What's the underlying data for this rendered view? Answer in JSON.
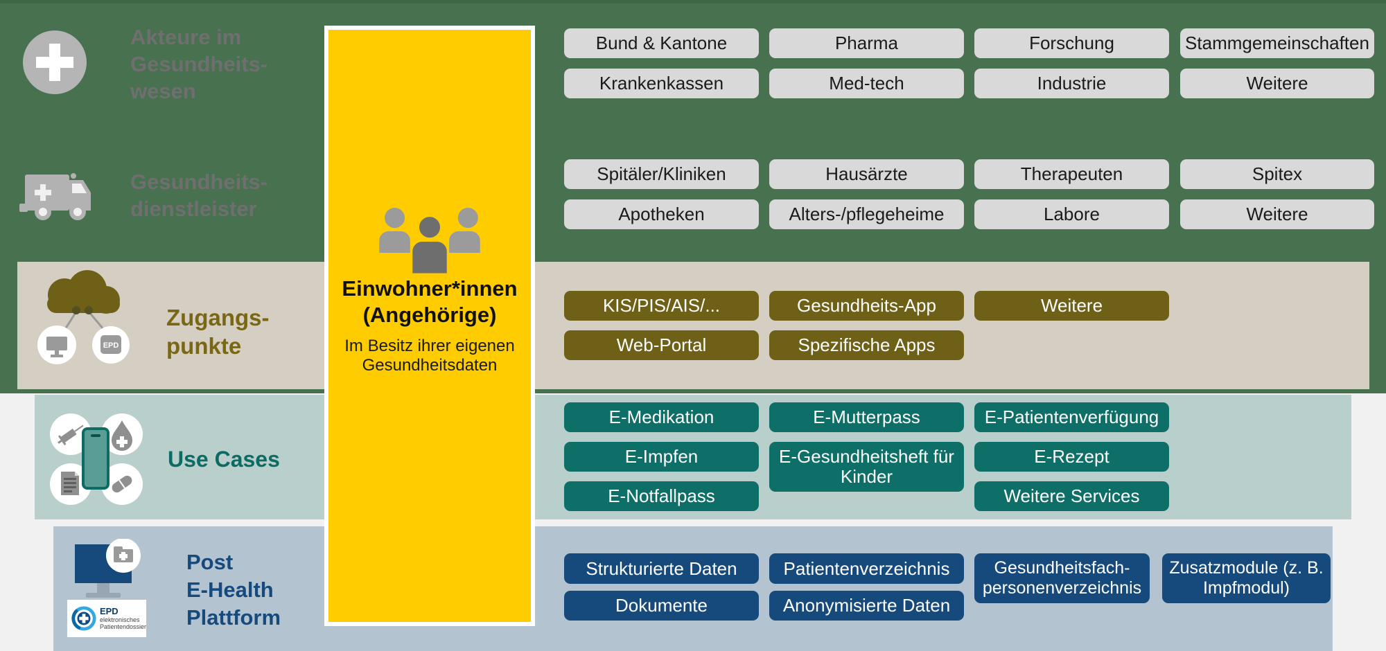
{
  "palette": {
    "background": "#F1F1F1",
    "pill_gray": "#D9D9D9",
    "green_band": "#487150",
    "beige_panel": "#D5CEC2",
    "olive_pill": "#6F6018",
    "olive_title": "#7A6715",
    "teal_panel": "#B9CFCC",
    "teal_pill": "#0E6F68",
    "teal_title": "#0C6B63",
    "blue_panel": "#B4C3D0",
    "navy_pill": "#174A7C",
    "navy_title": "#174A7C",
    "yellow": "#FFCC00",
    "gray_icon": "#B5B5B5",
    "label_gray": "#6F6F6F"
  },
  "rows": {
    "actors": {
      "title_lines": [
        "Akteure im",
        "Gesundheits-",
        "wesen"
      ],
      "pills": [
        "Bund & Kantone",
        "Pharma",
        "Forschung",
        "Stammgemeinschaften",
        "Krankenkassen",
        "Med-tech",
        "Industrie",
        "Weitere"
      ]
    },
    "providers": {
      "title_lines": [
        "Gesundheits-",
        "dienstleister"
      ],
      "pills": [
        "Spitäler/Kliniken",
        "Hausärzte",
        "Therapeuten",
        "Spitex",
        "Apotheken",
        "Alters-/pflegeheime",
        "Labore",
        "Weitere"
      ]
    },
    "access": {
      "title_lines": [
        "Zugangs-",
        "punkte"
      ],
      "epd_badge": "EPD",
      "pills": [
        "KIS/PIS/AIS/...",
        "Gesundheits-App",
        "Weitere",
        "Web-Portal",
        "Spezifische Apps"
      ]
    },
    "usecases": {
      "title": "Use Cases",
      "pills": [
        "E-Medikation",
        "E-Mutterpass",
        "E-Patientenverfügung",
        "E-Impfen",
        "E-Gesundheitsheft für Kinder",
        "E-Rezept",
        "E-Notfallpass",
        "Weitere Services"
      ]
    },
    "platform": {
      "title_lines": [
        "Post",
        "E-Health",
        "Plattform"
      ],
      "pills": [
        "Strukturierte Daten",
        "Patientenverzeichnis",
        "Gesundheitsfach-personenverzeichnis",
        "Zusatzmodule (z. B. Impfmodul)",
        "Dokumente",
        "Anonymisierte Daten"
      ],
      "epd_logo": {
        "name": "EPD",
        "sub1": "elektronisches",
        "sub2": "Patientendossier"
      }
    }
  },
  "center": {
    "title_line1": "Einwohner*innen",
    "title_line2": "(Angehörige)",
    "subtitle_line1": "Im Besitz ihrer eigenen",
    "subtitle_line2": "Gesundheitsdaten"
  }
}
